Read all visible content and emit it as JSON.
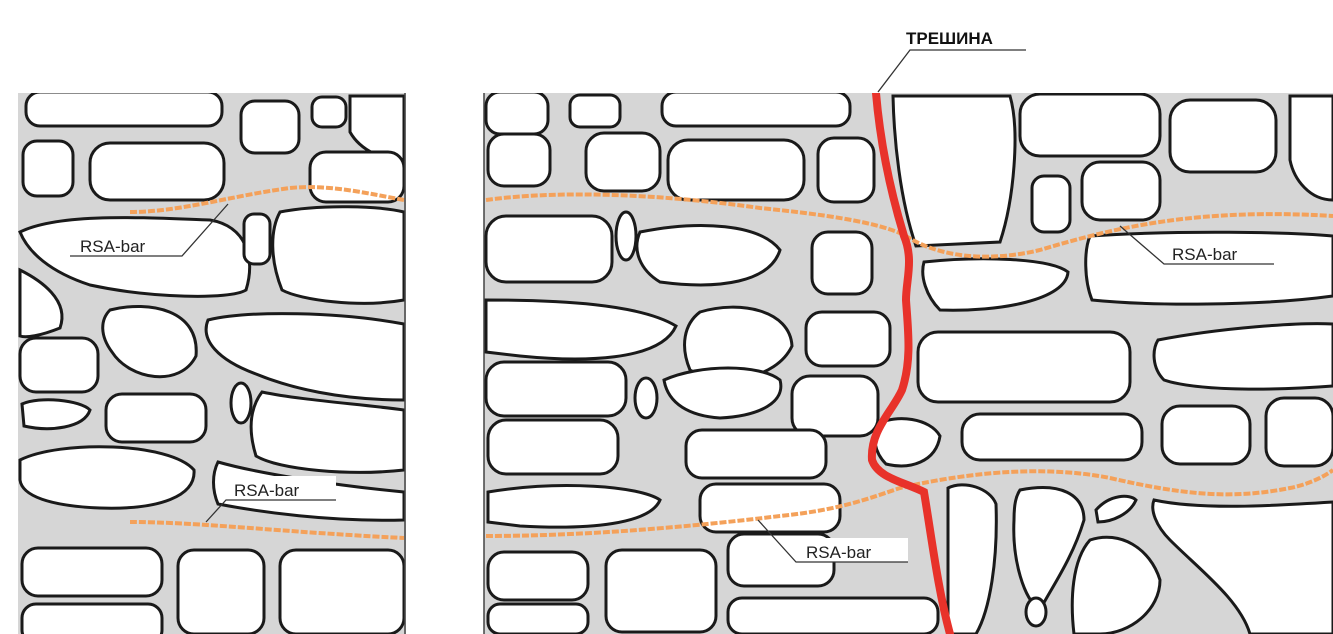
{
  "labels": {
    "crack": "ТРЕШИНА",
    "bar_left_top": "RSA-bar",
    "bar_left_bottom": "RSA-bar",
    "bar_right_top": "RSA-bar",
    "bar_right_bottom": "RSA-bar"
  },
  "colors": {
    "matrix": "#d6d6d6",
    "cell_stroke": "#1a1a1a",
    "bar": "#f4a15a",
    "crack": "#e8322a"
  }
}
